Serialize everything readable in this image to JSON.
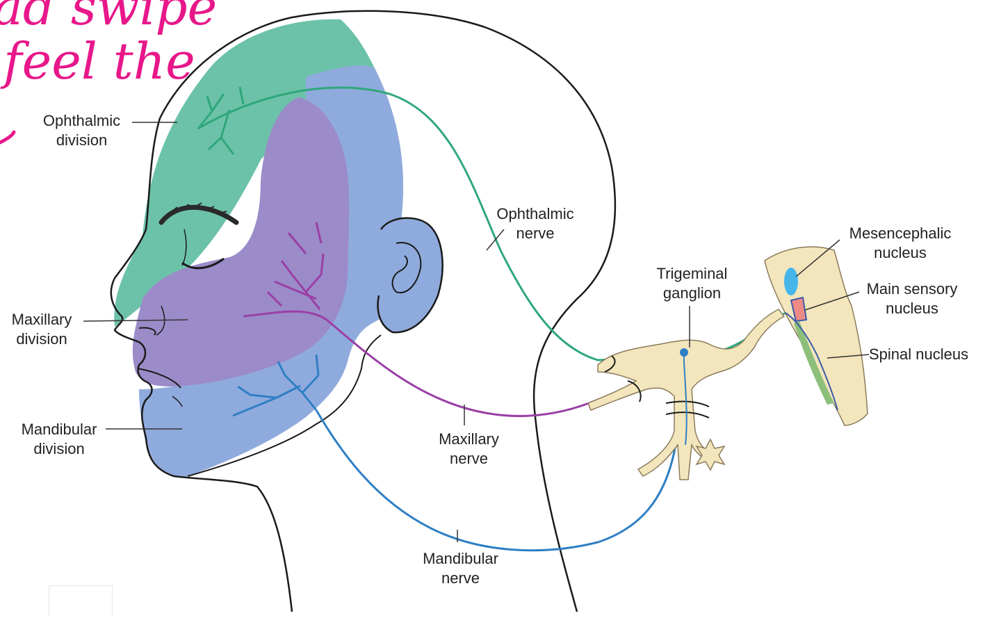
{
  "handwriting": {
    "line1": "ad swipe",
    "line2": "feel the"
  },
  "labels": {
    "ophthalmic_division": [
      "Ophthalmic",
      "division"
    ],
    "maxillary_division": [
      "Maxillary",
      "division"
    ],
    "mandibular_division": [
      "Mandibular",
      "division"
    ],
    "ophthalmic_nerve": [
      "Ophthalmic",
      "nerve"
    ],
    "maxillary_nerve": [
      "Maxillary",
      "nerve"
    ],
    "mandibular_nerve": [
      "Mandibular",
      "nerve"
    ],
    "trigeminal_ganglion": [
      "Trigeminal",
      "ganglion"
    ],
    "mesencephalic_nucleus": [
      "Mesencephalic",
      "nucleus"
    ],
    "main_sensory_nucleus": [
      "Main sensory",
      "nucleus"
    ],
    "spinal_nucleus": "Spinal nucleus"
  },
  "colors": {
    "ophthalmic": "#6cc2a9",
    "maxillary": "#9b8bc9",
    "mandibular": "#8fabdd",
    "ophthalmic_nerve": "#2fa77a",
    "maxillary_nerve": "#9a3fa6",
    "mandibular_nerve": "#2f7fc4",
    "ganglion": "#f3e6bd",
    "handwriting": "#e8178a"
  }
}
